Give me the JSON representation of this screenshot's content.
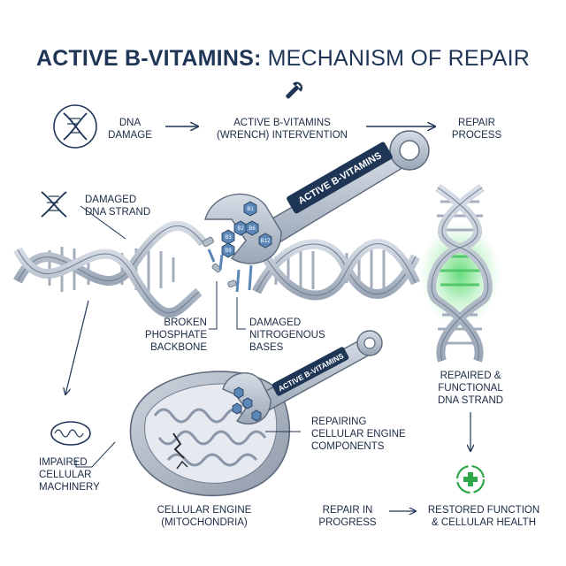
{
  "title": {
    "bold": "ACTIVE B-VITAMINS:",
    "light": "MECHANISM OF REPAIR"
  },
  "flow": {
    "step1": {
      "line1": "DNA",
      "line2": "DAMAGE",
      "icon": "dna-icon"
    },
    "step2": {
      "line1": "ACTIVE B-VITAMINS",
      "line2": "(WRENCH) INTERVENTION",
      "icon": "wrench-icon"
    },
    "step3": {
      "line1": "REPAIR",
      "line2": "PROCESS"
    }
  },
  "damaged_strand": {
    "line1": "DAMAGED",
    "line2": "DNA STRAND",
    "icon": "dna-icon"
  },
  "wrench_label": "ACTIVE B-VITAMINS",
  "vitamins": [
    "B1",
    "B2",
    "B3",
    "B6",
    "B9",
    "B12"
  ],
  "callouts": {
    "broken": {
      "line1": "BROKEN",
      "line2": "PHOSPHATE",
      "line3": "BACKBONE"
    },
    "bases": {
      "line1": "DAMAGED",
      "line2": "NITROGENOUS",
      "line3": "BASES"
    },
    "repaired": {
      "line1": "REPAIRED &",
      "line2": "FUNCTIONAL",
      "line3": "DNA STRAND"
    },
    "impaired": {
      "line1": "IMPAIRED",
      "line2": "CELLULAR",
      "line3": "MACHINERY"
    },
    "repairing": {
      "line1": "REPAIRING",
      "line2": "CELLULAR ENGINE",
      "line3": "COMPONENTS"
    },
    "engine": {
      "line1": "CELLULAR ENGINE",
      "line2": "(MITOCHONDRIA)"
    },
    "progress": {
      "line1": "REPAIR IN",
      "line2": "PROGRESS"
    },
    "restored": {
      "line1": "RESTORED FUNCTION",
      "line2": "& CELLULAR HEALTH",
      "icon": "recycle-cross-icon"
    }
  },
  "colors": {
    "navy": "#1e3556",
    "steel": "#8a96a8",
    "glow": "#39d353",
    "hex": "#5b86b8"
  }
}
